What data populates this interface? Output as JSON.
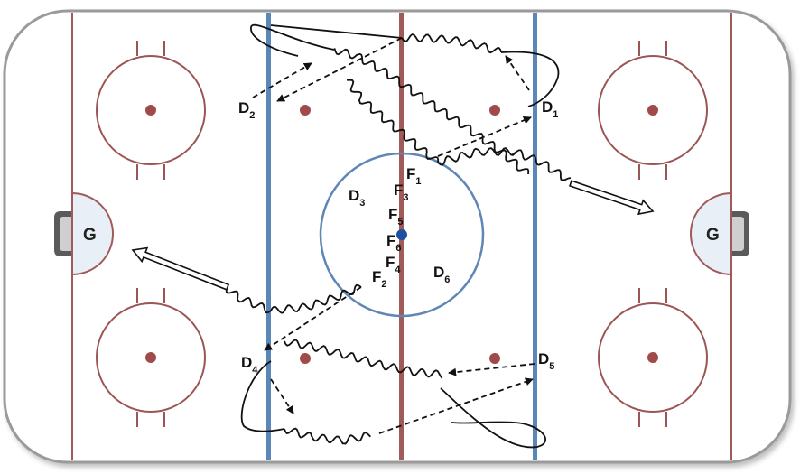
{
  "colors": {
    "board": "#9a9a9a",
    "ice": "#ffffff",
    "red_line": "#a05a5a",
    "blue_line": "#5a86b8",
    "circle": "#9c5555",
    "center_circle": "#5f86b5",
    "crease": "#e9eff6",
    "net": "#555555",
    "dot": "#a04a4a",
    "center_dot": "#1f4fa0",
    "path": "#111111"
  },
  "goalies": [
    {
      "letter": "G"
    },
    {
      "letter": "G"
    }
  ],
  "players": [
    {
      "letter": "D",
      "num": "1"
    },
    {
      "letter": "D",
      "num": "2"
    },
    {
      "letter": "D",
      "num": "3"
    },
    {
      "letter": "D",
      "num": "5"
    },
    {
      "letter": "D",
      "num": "6"
    },
    {
      "letter": "D",
      "num": "4"
    },
    {
      "letter": "F",
      "num": "1"
    },
    {
      "letter": "F",
      "num": "3"
    },
    {
      "letter": "F",
      "num": "5"
    },
    {
      "letter": "F",
      "num": "6"
    },
    {
      "letter": "F",
      "num": "4"
    },
    {
      "letter": "F",
      "num": "2"
    }
  ]
}
